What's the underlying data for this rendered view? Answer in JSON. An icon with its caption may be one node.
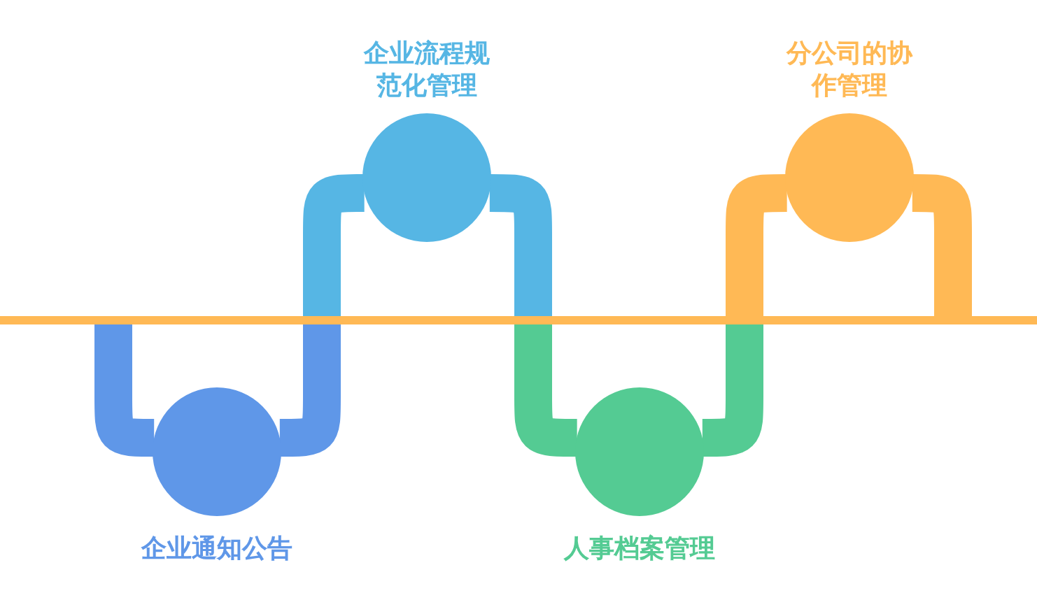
{
  "diagram": {
    "nodes": [
      {
        "text": [
          "企业通知公告"
        ]
      },
      {
        "text": [
          "企业流程规范化管理"
        ]
      },
      {
        "text": [
          "人事档案管理"
        ]
      },
      {
        "text": [
          "分公司的协作管理"
        ]
      }
    ],
    "edges": [
      {
        "from": 0,
        "to": 1,
        "arrow": "none"
      },
      {
        "from": 1,
        "to": 2,
        "arrow": "none"
      },
      {
        "from": 2,
        "to": 3,
        "arrow": "none"
      }
    ]
  }
}
